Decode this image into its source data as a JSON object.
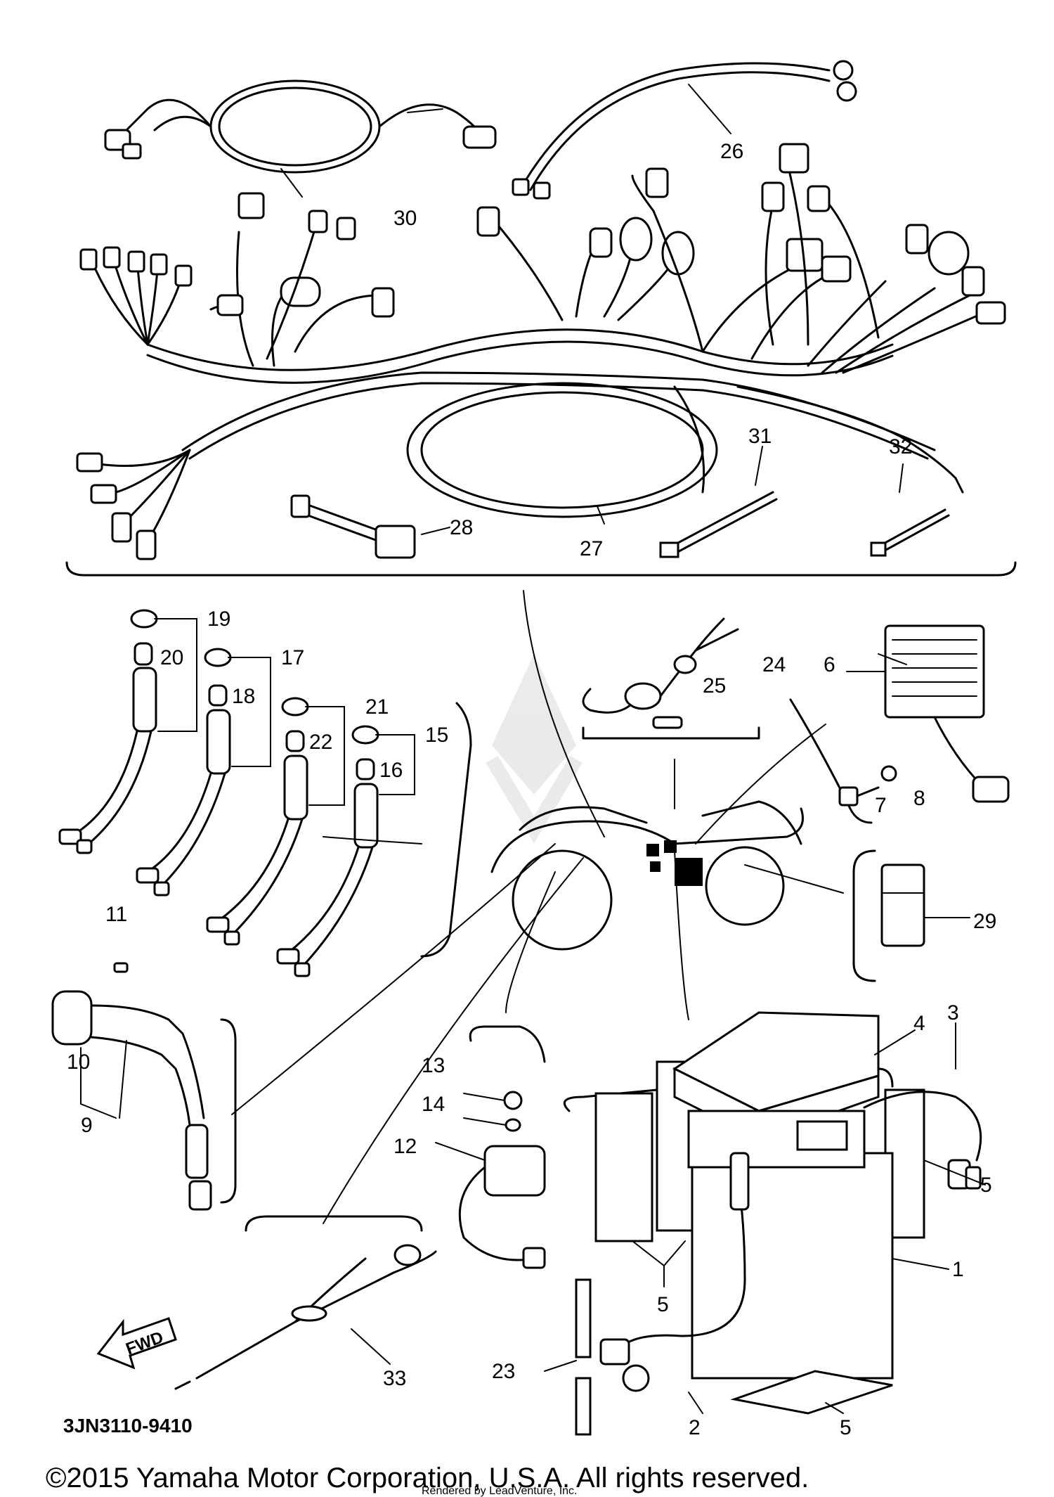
{
  "diagram": {
    "part_code": "3JN3110-9410",
    "fwd_label": "FWD",
    "copyright": "©2015 Yamaha Motor Corporation, U.S.A. All rights reserved.",
    "rendered_by": "Rendered by LeadVenture, Inc.",
    "callouts": [
      "1",
      "2",
      "3",
      "4",
      "5",
      "6",
      "7",
      "8",
      "9",
      "10",
      "11",
      "12",
      "13",
      "14",
      "15",
      "16",
      "17",
      "18",
      "19",
      "20",
      "21",
      "22",
      "23",
      "24",
      "25",
      "26",
      "27",
      "28",
      "29",
      "30",
      "31",
      "32",
      "33"
    ]
  }
}
